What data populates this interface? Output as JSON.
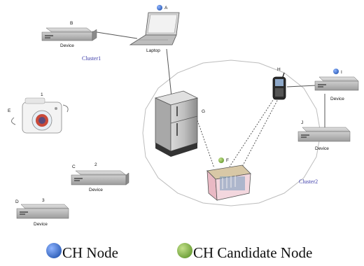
{
  "clusters": {
    "cluster1": "Cluster1",
    "cluster2": "Cluster2"
  },
  "nodes": {
    "A": {
      "letter": "A",
      "label": "Laptop",
      "role": "CH Node"
    },
    "B": {
      "letter": "B",
      "label": "Device"
    },
    "C": {
      "letter": "C",
      "number": "2",
      "label": "Device"
    },
    "D": {
      "letter": "D",
      "number": "3",
      "label": "Device"
    },
    "E": {
      "letter": "E",
      "number": "1"
    },
    "F": {
      "letter": "F",
      "role": "CH Candidate Node"
    },
    "G": {
      "letter": "G"
    },
    "H": {
      "letter": "H"
    },
    "I": {
      "letter": "I",
      "label": "Device",
      "role": "CH Node"
    },
    "J": {
      "letter": "J",
      "label": "Device"
    }
  },
  "legend": {
    "ch_node": {
      "label": "CH Node",
      "color": "#3f6fc6"
    },
    "ch_candidate": {
      "label": "CH Candidate Node",
      "color": "#7fb24a"
    }
  },
  "colors": {
    "ch_node": "#3f6fc6",
    "ch_candidate": "#7fb24a",
    "cluster_text": "#3b3ba8"
  }
}
